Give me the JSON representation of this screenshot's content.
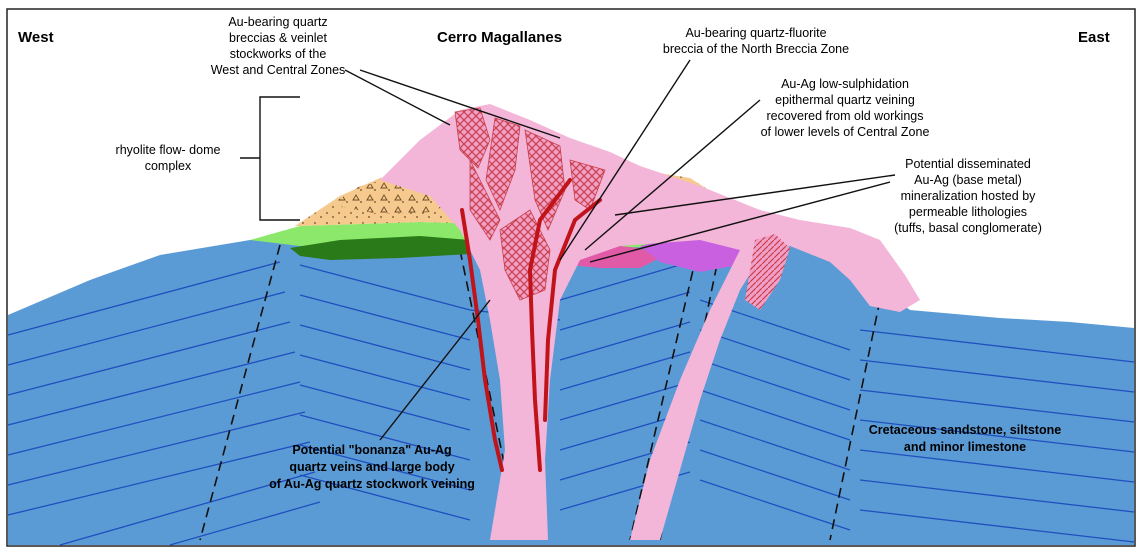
{
  "labels": {
    "west": "West",
    "east": "East",
    "peak": "Cerro Magallanes",
    "breccias": [
      "Au-bearing quartz",
      "breccias & veinlet",
      "stockworks of the",
      "West and Central Zones"
    ],
    "fluorite": [
      "Au-bearing quartz-fluorite",
      "breccia of the North Breccia Zone"
    ],
    "lowsulph": [
      "Au-Ag low-sulphidation",
      "epithermal quartz veining",
      "recovered from old workings",
      "of lower levels of Central Zone"
    ],
    "rhyolite": [
      "rhyolite flow- dome",
      "complex"
    ],
    "disseminated": [
      "Potential disseminated",
      "Au-Ag (base metal)",
      "mineralization hosted by",
      "permeable lithologies",
      "(tuffs, basal conglomerate)"
    ],
    "bonanza": [
      "Potential \"bonanza\" Au-Ag",
      "quartz veins and large body",
      "of Au-Ag quartz stockwork veining"
    ],
    "cretaceous": [
      "Cretaceous sandstone, siltstone",
      "and minor limestone"
    ]
  },
  "colors": {
    "basement": "#5b9bd5",
    "bedding": "#1f4fbf",
    "rhyolite": "#f4b6d8",
    "tuff": "#f6c98f",
    "green_light": "#8ce86a",
    "green_dark": "#2a7a1a",
    "orange_red": "#ff5a2a",
    "magenta": "#e05aa8",
    "violet": "#c860e0",
    "vein": "#c0141a",
    "crosshatch": "#c9404a"
  }
}
